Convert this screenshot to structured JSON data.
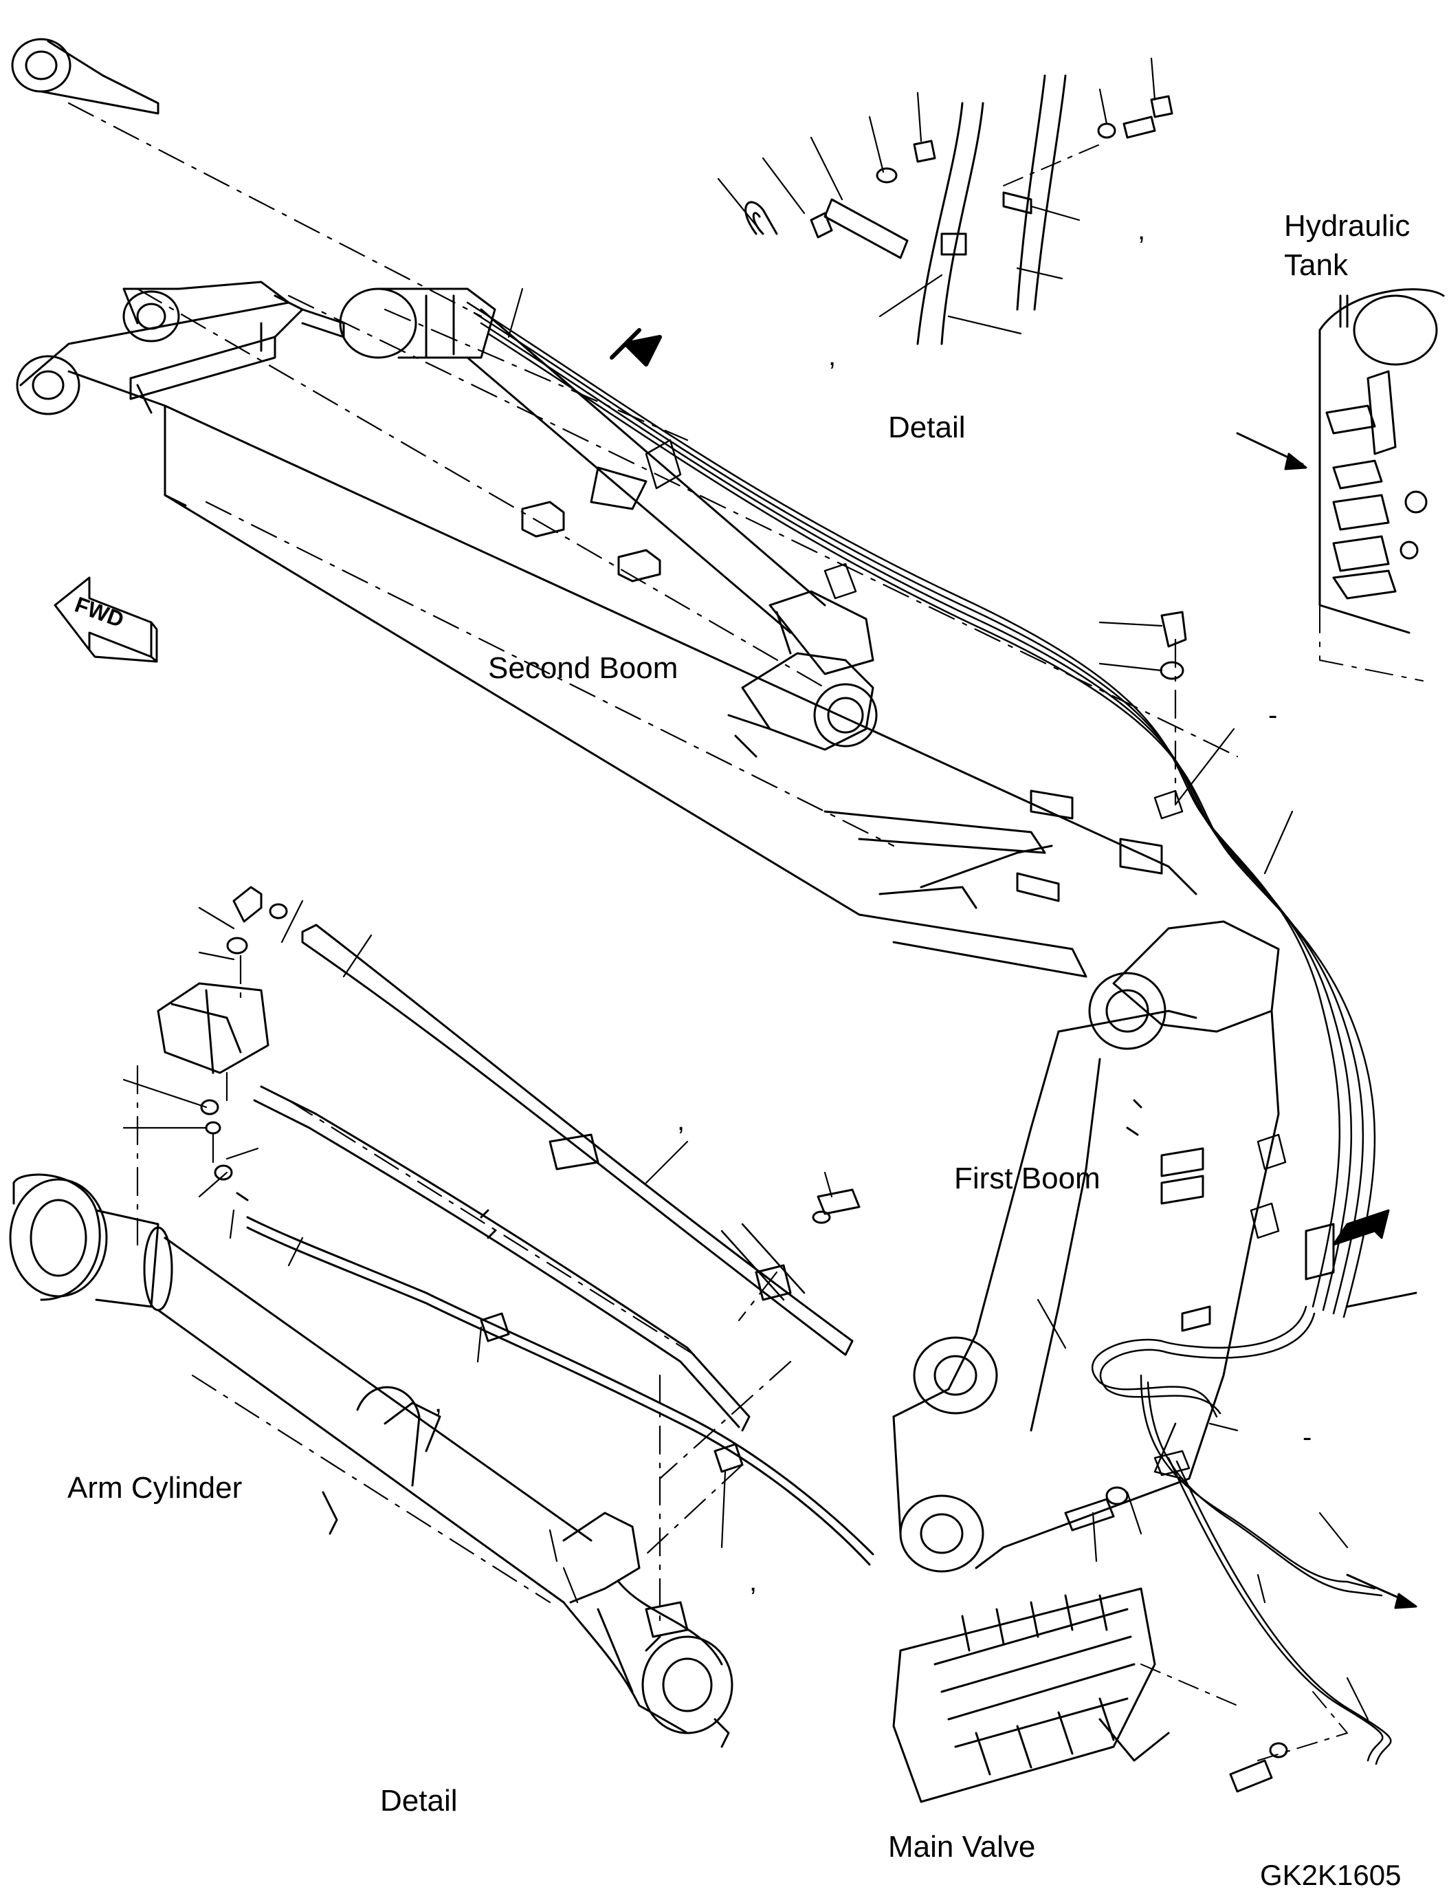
{
  "labels": {
    "hydraulic_tank_line1": "Hydraulic",
    "hydraulic_tank_line2": "Tank",
    "detail_top": "Detail",
    "second_boom": "Second Boom",
    "first_boom": "First Boom",
    "arm_cylinder": "Arm Cylinder",
    "detail_bottom": "Detail",
    "main_valve": "Main Valve",
    "fwd": "FWD"
  },
  "drawing_code": "GK2K1605",
  "marks": {
    "comma": ",",
    "dash": "-"
  }
}
